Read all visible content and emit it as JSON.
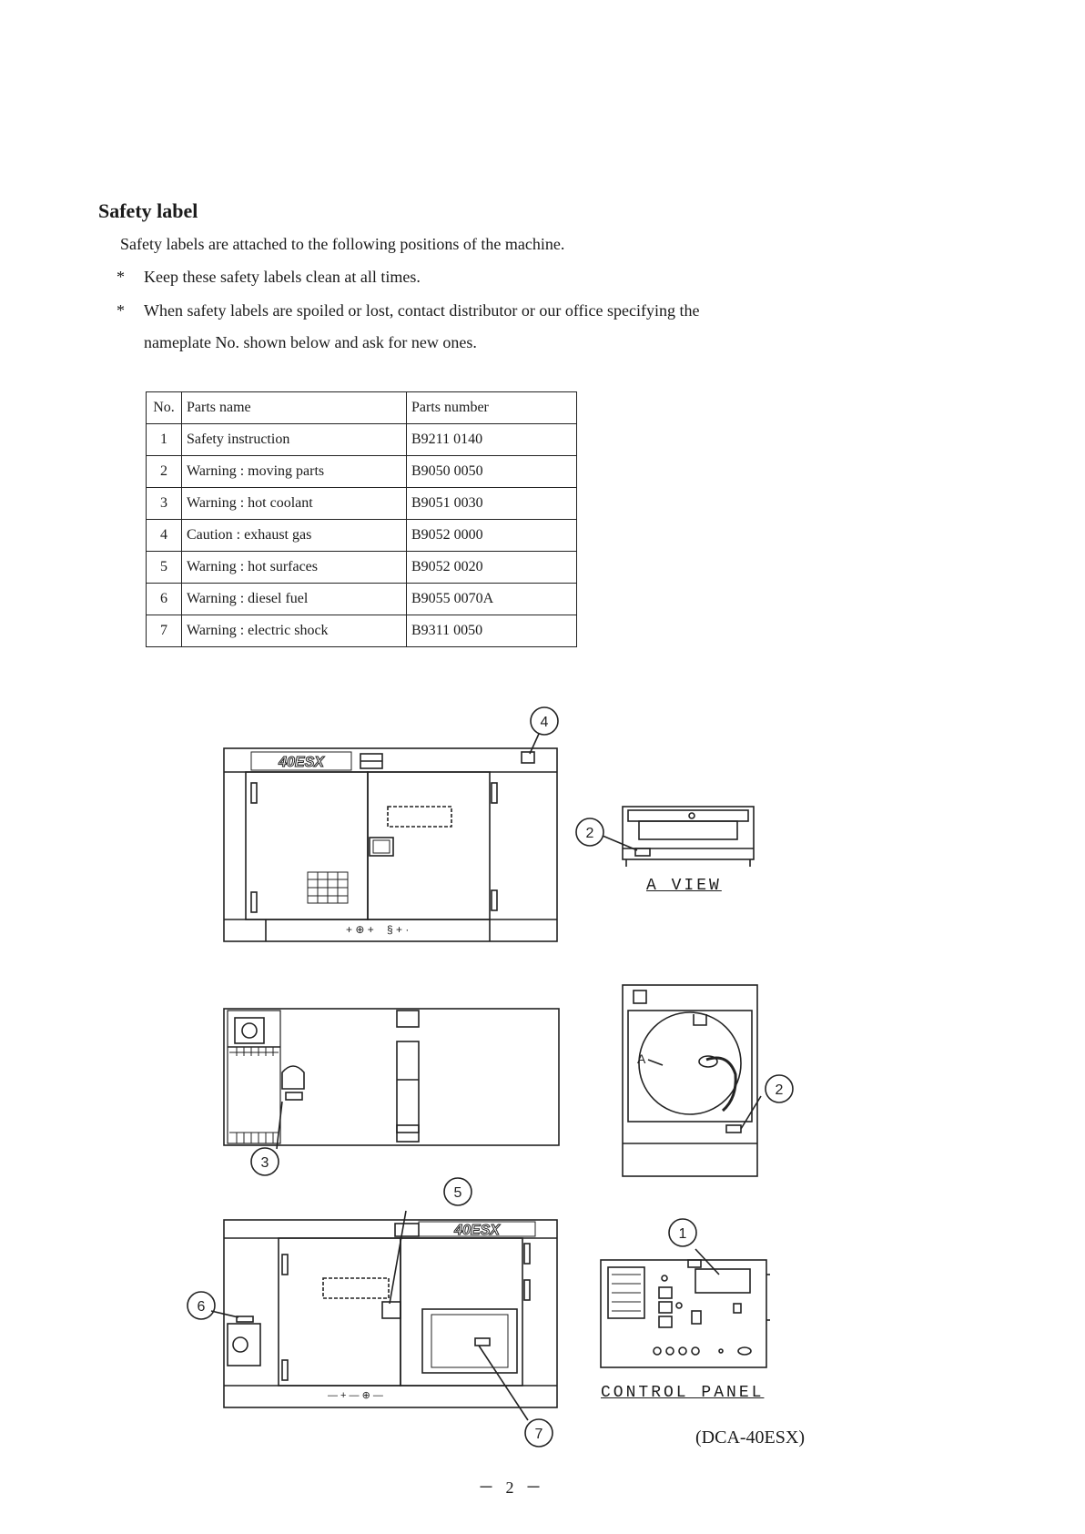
{
  "heading": "Safety label",
  "intro": "Safety labels are attached to the following positions of the machine.",
  "bullets": [
    {
      "mark": "*",
      "text": "Keep these safety labels clean at all times."
    },
    {
      "mark": "*",
      "text": "When safety labels are spoiled or lost, contact distributor or our office specifying the",
      "continuation": "nameplate No. shown below and ask for new ones."
    }
  ],
  "table": {
    "headers": {
      "no": "No.",
      "name": "Parts name",
      "number": "Parts number"
    },
    "rows": [
      {
        "no": "1",
        "name": "Safety instruction",
        "number": "B9211 0140"
      },
      {
        "no": "2",
        "name": "Warning : moving parts",
        "number": "B9050 0050"
      },
      {
        "no": "3",
        "name": "Warning : hot coolant",
        "number": "B9051 0030"
      },
      {
        "no": "4",
        "name": "Caution : exhaust gas",
        "number": "B9052 0000"
      },
      {
        "no": "5",
        "name": "Warning : hot surfaces",
        "number": "B9052 0020"
      },
      {
        "no": "6",
        "name": "Warning : diesel fuel",
        "number": "B9055 0070A"
      },
      {
        "no": "7",
        "name": "Warning : electric shock",
        "number": "B9311 0050"
      }
    ]
  },
  "drawings": {
    "model_badge": "40ESX",
    "callouts": [
      "1",
      "2",
      "3",
      "4",
      "5",
      "6",
      "7"
    ],
    "a_marker": "A",
    "a_view_label": "A VIEW",
    "control_panel_label": "CONTROL PANEL"
  },
  "model": "(DCA-40ESX)",
  "page_number": "－ 2 －"
}
